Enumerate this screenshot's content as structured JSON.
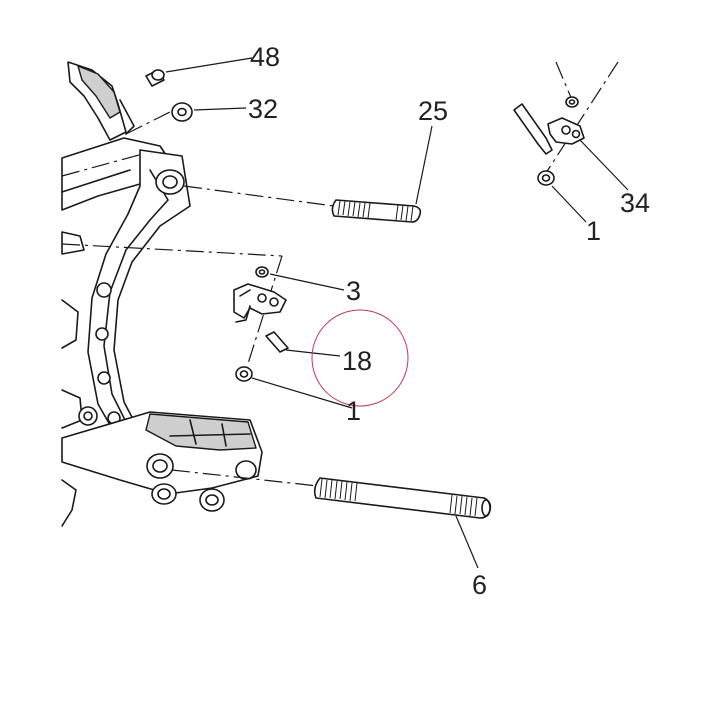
{
  "callouts": {
    "c1_top": "1",
    "c1_mid": "1",
    "c3": "3",
    "c6": "6",
    "c18": "18",
    "c25": "25",
    "c32": "32",
    "c34": "34",
    "c48": "48"
  },
  "colors": {
    "line": "#1a1a1a",
    "highlight_circle": "#c0395a",
    "shade": "#cfcfcf"
  }
}
